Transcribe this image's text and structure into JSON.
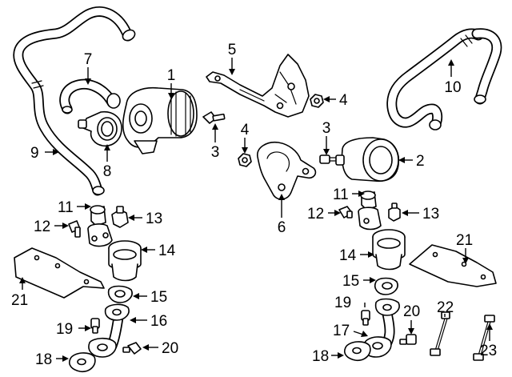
{
  "diagram": {
    "callouts": [
      {
        "id": "c1",
        "label": "1"
      },
      {
        "id": "c2",
        "label": "2"
      },
      {
        "id": "c3a",
        "label": "3"
      },
      {
        "id": "c3b",
        "label": "3"
      },
      {
        "id": "c4a",
        "label": "4"
      },
      {
        "id": "c4b",
        "label": "4"
      },
      {
        "id": "c5",
        "label": "5"
      },
      {
        "id": "c6",
        "label": "6"
      },
      {
        "id": "c7",
        "label": "7"
      },
      {
        "id": "c8",
        "label": "8"
      },
      {
        "id": "c9",
        "label": "9"
      },
      {
        "id": "c10",
        "label": "10"
      },
      {
        "id": "c11a",
        "label": "11"
      },
      {
        "id": "c11b",
        "label": "11"
      },
      {
        "id": "c12a",
        "label": "12"
      },
      {
        "id": "c12b",
        "label": "12"
      },
      {
        "id": "c13a",
        "label": "13"
      },
      {
        "id": "c13b",
        "label": "13"
      },
      {
        "id": "c14a",
        "label": "14"
      },
      {
        "id": "c14b",
        "label": "14"
      },
      {
        "id": "c15a",
        "label": "15"
      },
      {
        "id": "c15b",
        "label": "15"
      },
      {
        "id": "c16",
        "label": "16"
      },
      {
        "id": "c17",
        "label": "17"
      },
      {
        "id": "c18a",
        "label": "18"
      },
      {
        "id": "c18b",
        "label": "18"
      },
      {
        "id": "c19a",
        "label": "19"
      },
      {
        "id": "c19b",
        "label": "19"
      },
      {
        "id": "c20a",
        "label": "20"
      },
      {
        "id": "c20b",
        "label": "20"
      },
      {
        "id": "c21a",
        "label": "21"
      },
      {
        "id": "c21b",
        "label": "21"
      },
      {
        "id": "c22",
        "label": "22"
      },
      {
        "id": "c23",
        "label": "23"
      }
    ]
  }
}
